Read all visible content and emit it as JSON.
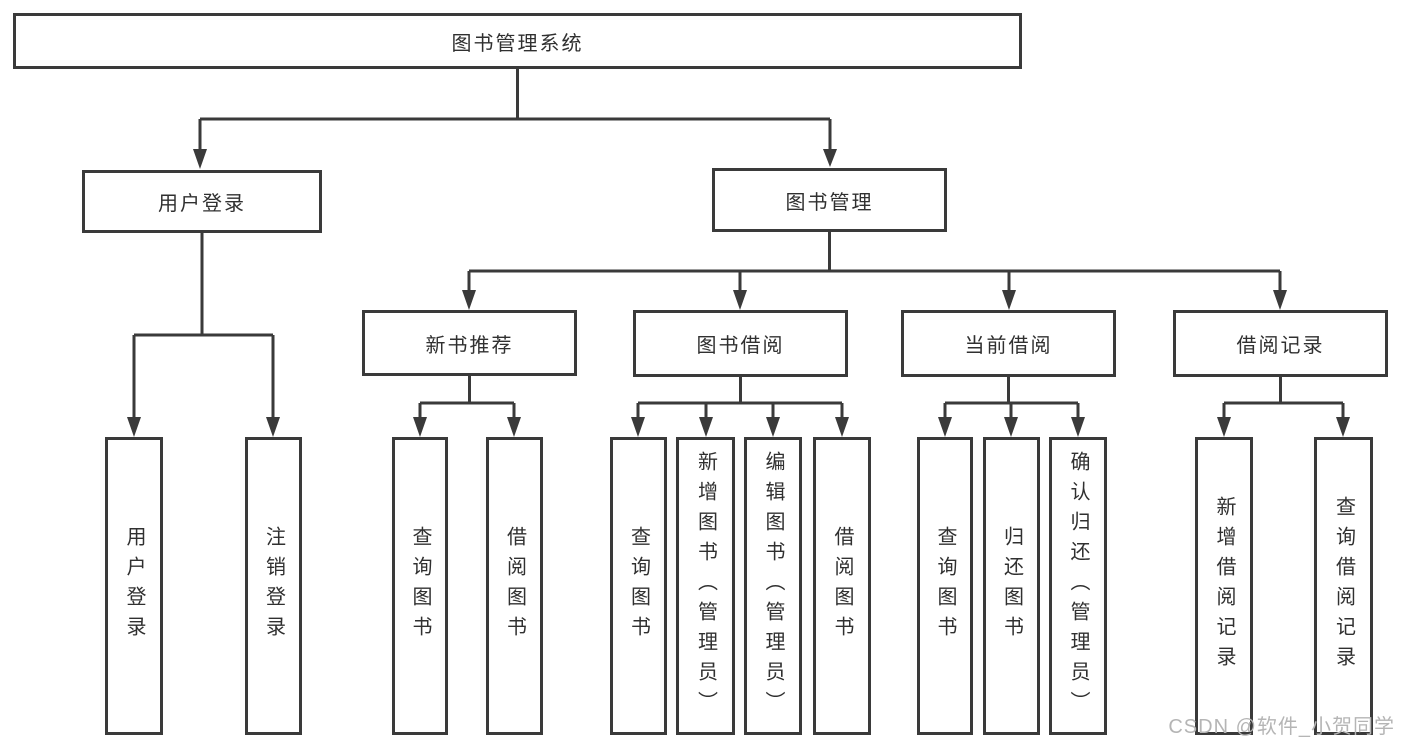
{
  "diagram": {
    "colors": {
      "line": "#3a3a3a",
      "box_background": "#ffffff",
      "text": "#303030",
      "watermark": "#b5b5b5"
    },
    "nodes": {
      "root": "图书管理系统",
      "user_login": "用户登录",
      "book_mgmt": "图书管理",
      "new_books": "新书推荐",
      "book_borrow": "图书借阅",
      "current_borrow": "当前借阅",
      "borrow_records": "借阅记录",
      "leaves": {
        "login": [
          "用户登录",
          "注销登录"
        ],
        "new_books": [
          "查询图书",
          "借阅图书"
        ],
        "borrow": [
          "查询图书",
          "新增图书（管理员）",
          "编辑图书（管理员）",
          "借阅图书"
        ],
        "current": [
          "查询图书",
          "归还图书",
          "确认归还（管理员）"
        ],
        "records": [
          "新增借阅记录",
          "查询借阅记录"
        ]
      }
    },
    "watermark": "CSDN @软件_小贺同学"
  }
}
